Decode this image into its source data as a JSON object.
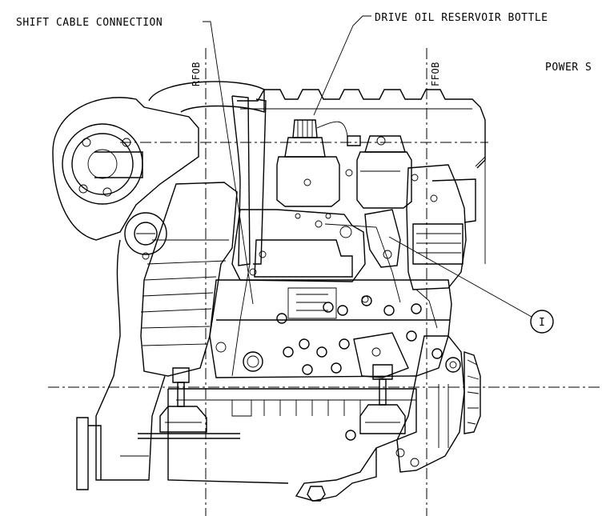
{
  "labels": {
    "shift_cable": "SHIFT CABLE CONNECTION",
    "drive_oil": "DRIVE OIL RESERVOIR BOTTLE",
    "power_s": "POWER S",
    "rfob": "RFOB",
    "ffob": "FFOB",
    "callout": "I"
  }
}
